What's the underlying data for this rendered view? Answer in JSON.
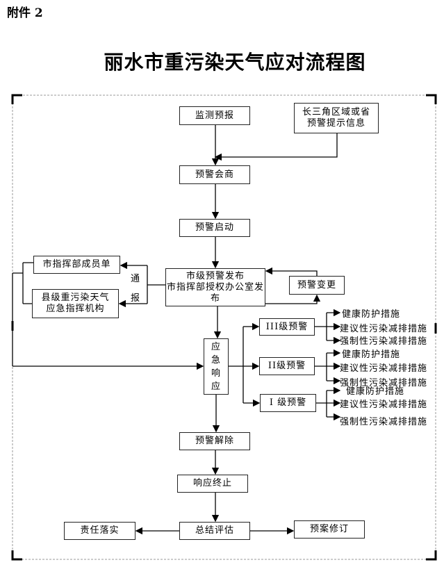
{
  "attachment_label": "附件 2",
  "title": "丽水市重污染天气应对流程图",
  "nodes": {
    "monitor": "监测预报",
    "regional": "长三角区域或省预警提示信息",
    "consult": "预警会商",
    "start": "预警启动",
    "publish": "市级预警发布\n市指挥部授权办公室发布",
    "change": "预警变更",
    "members": "市指挥部成员单",
    "county": "县级重污染天气应急指挥机构",
    "notify1": "通",
    "notify2": "报",
    "response": "应急响应",
    "level3": "III级预警",
    "level2": "II级预警",
    "level1": "I 级预警",
    "lift": "预警解除",
    "terminate": "响应终止",
    "evaluate": "总结评估",
    "responsibility": "责任落实",
    "revise": "预案修订"
  },
  "measures": {
    "health": "健康防护措施",
    "suggested": "建议性污染减排措施",
    "mandatory": "强制性污染减排措施"
  }
}
